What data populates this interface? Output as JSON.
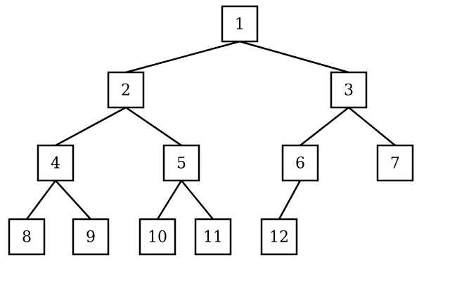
{
  "tree": {
    "nodes": [
      {
        "id": "1",
        "label": "1"
      },
      {
        "id": "2",
        "label": "2"
      },
      {
        "id": "3",
        "label": "3"
      },
      {
        "id": "4",
        "label": "4"
      },
      {
        "id": "5",
        "label": "5"
      },
      {
        "id": "6",
        "label": "6"
      },
      {
        "id": "7",
        "label": "7"
      },
      {
        "id": "8",
        "label": "8"
      },
      {
        "id": "9",
        "label": "9"
      },
      {
        "id": "10",
        "label": "10"
      },
      {
        "id": "11",
        "label": "11"
      },
      {
        "id": "12",
        "label": "12"
      }
    ],
    "edges": [
      [
        "1",
        "2"
      ],
      [
        "1",
        "3"
      ],
      [
        "2",
        "4"
      ],
      [
        "2",
        "5"
      ],
      [
        "3",
        "6"
      ],
      [
        "3",
        "7"
      ],
      [
        "4",
        "8"
      ],
      [
        "4",
        "9"
      ],
      [
        "5",
        "10"
      ],
      [
        "5",
        "11"
      ],
      [
        "6",
        "12"
      ]
    ]
  }
}
